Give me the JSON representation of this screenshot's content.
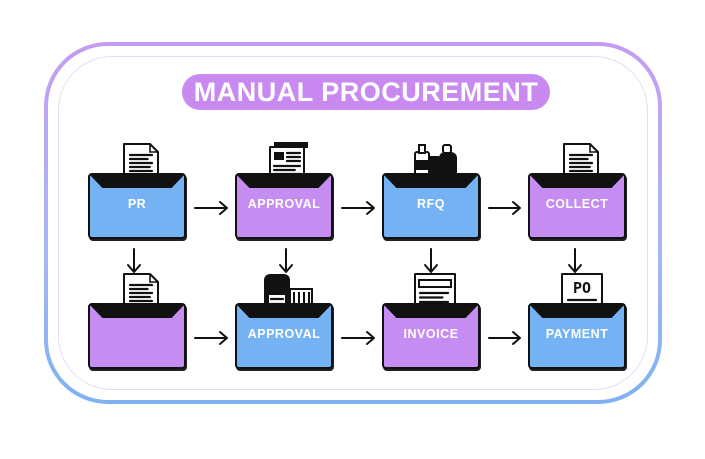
{
  "title": "MANUAL PROCUREMENT",
  "steps": [
    {
      "label": "PR",
      "color": "#75b2f4",
      "icon": "document-icon"
    },
    {
      "label": "APPROVAL",
      "color": "#c58cf1",
      "icon": "form-document-icon"
    },
    {
      "label": "RFQ",
      "color": "#75b2f4",
      "icon": "products-icon"
    },
    {
      "label": "COLLECT",
      "color": "#c58cf1",
      "icon": "document-icon"
    },
    {
      "label": "",
      "color": "#c58cf1",
      "icon": "document-icon"
    },
    {
      "label": "APPROVAL",
      "color": "#75b2f4",
      "icon": "building-icon"
    },
    {
      "label": "INVOICE",
      "color": "#c58cf1",
      "icon": "invoice-icon"
    },
    {
      "label": "PAYMENT",
      "color": "#75b2f4",
      "icon": "po-document-icon",
      "doc_text": "PO"
    }
  ],
  "colors": {
    "accent_purple": "#c88af1",
    "folder_blue": "#75b2f4",
    "folder_purple": "#c58cf1",
    "frame_top": "#c59cf2",
    "frame_bottom": "#7fb2f2"
  }
}
